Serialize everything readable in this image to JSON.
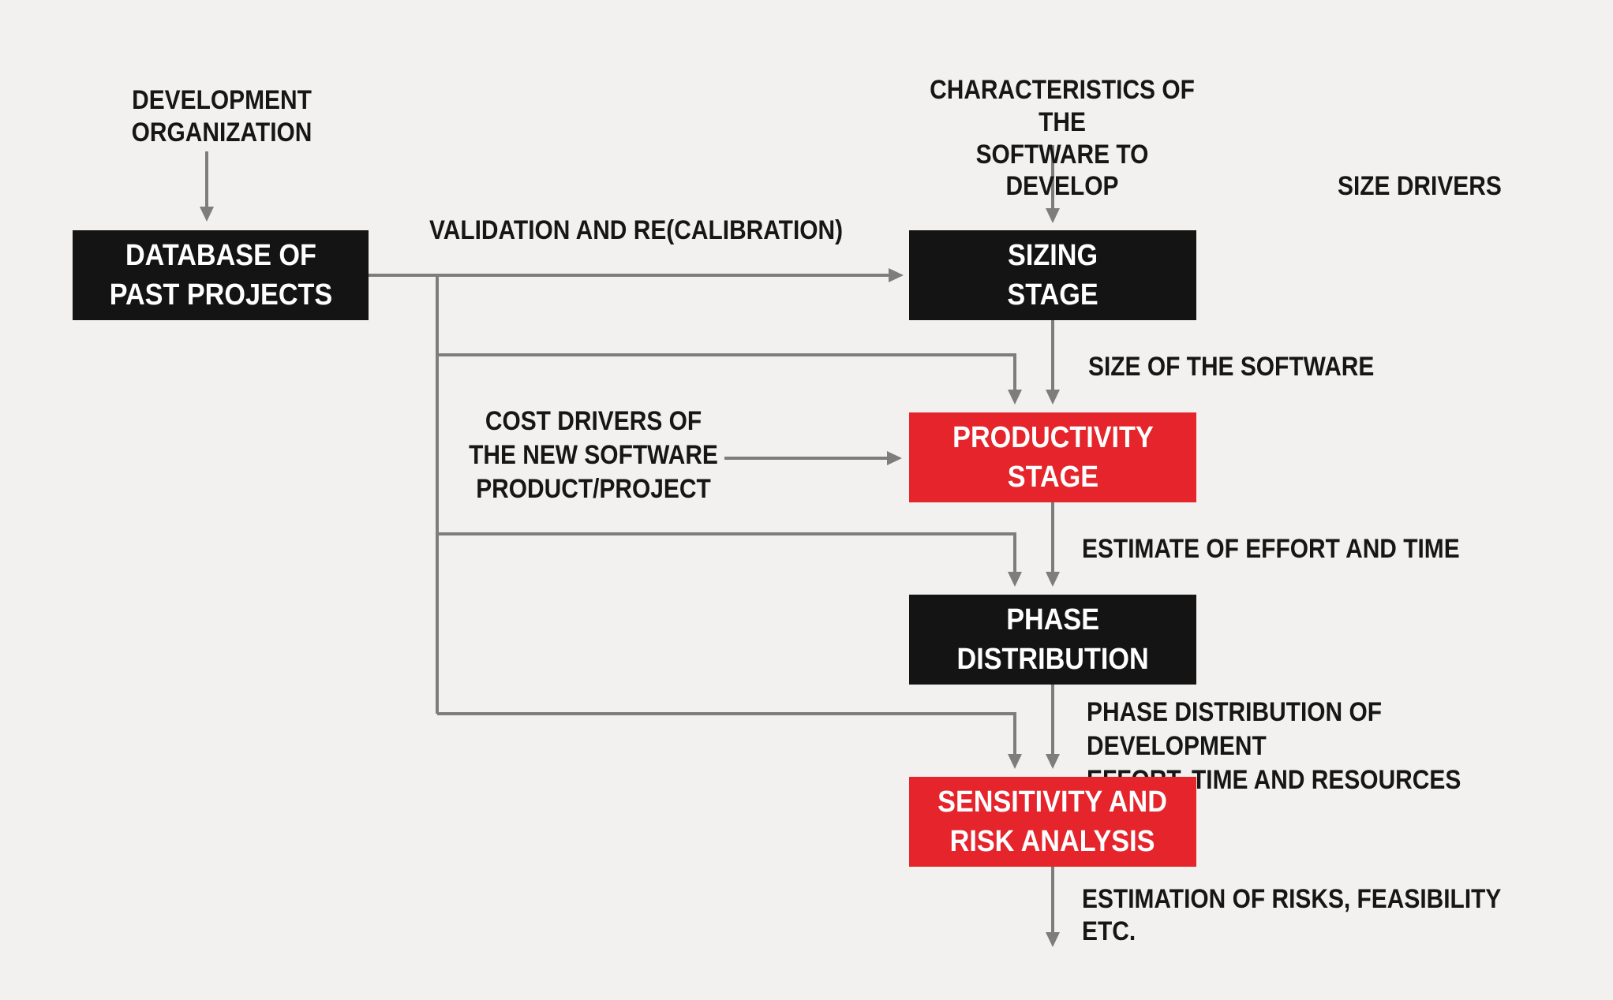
{
  "colors": {
    "bg": "#f2f1ef",
    "box_black": "#151414",
    "box_red": "#e5242b",
    "line": "#7d7d7d",
    "ink": "#161616",
    "box_text": "#ffffff"
  },
  "boxes": [
    {
      "id": "database",
      "variant": "black",
      "label": "DATABASE OF\nPAST PROJECTS"
    },
    {
      "id": "sizing",
      "variant": "black",
      "label": "SIZING\nSTAGE"
    },
    {
      "id": "productivity",
      "variant": "red",
      "label": "PRODUCTIVITY\nSTAGE"
    },
    {
      "id": "phase",
      "variant": "black",
      "label": "PHASE\nDISTRIBUTION"
    },
    {
      "id": "sensitivity",
      "variant": "red",
      "label": "SENSITIVITY AND\nRISK ANALYSIS"
    }
  ],
  "annotations": {
    "development_organization": "DEVELOPMENT\nORGANIZATION",
    "characteristics": "CHARACTERISTICS OF THE\nSOFTWARE TO DEVELOP",
    "size_drivers": "SIZE DRIVERS",
    "validation": "VALIDATION AND RE(CALIBRATION)",
    "size_of_software": "SIZE OF THE SOFTWARE",
    "cost_drivers": "COST DRIVERS OF\nTHE NEW SOFTWARE\nPRODUCT/PROJECT",
    "estimate_effort": "ESTIMATE OF EFFORT AND TIME",
    "phase_distribution_output": "PHASE DISTRIBUTION OF DEVELOPMENT\nEFFORT, TIME AND RESOURCES",
    "estimation_risks": "ESTIMATION OF RISKS, FEASIBILITY ETC."
  }
}
